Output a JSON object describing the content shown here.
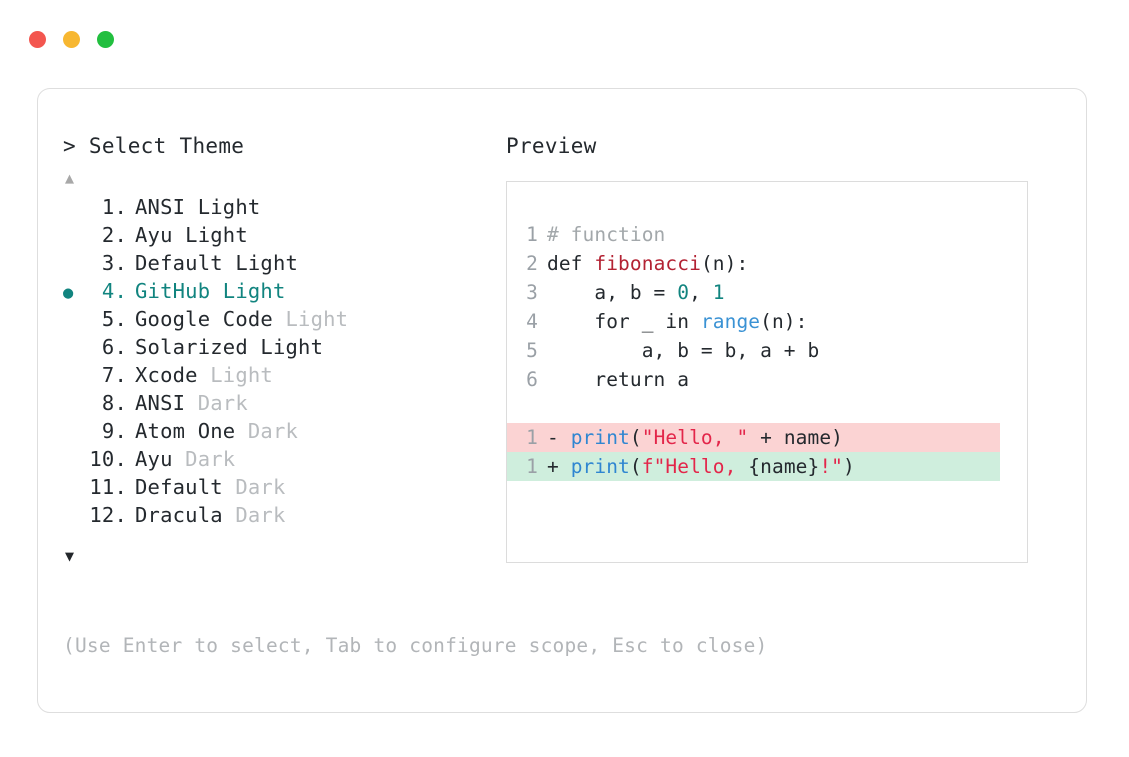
{
  "window": {
    "traffic_lights": [
      {
        "name": "close",
        "color": "#f3564f"
      },
      {
        "name": "minimize",
        "color": "#f7b731"
      },
      {
        "name": "maximize",
        "color": "#22bf3f"
      }
    ]
  },
  "selector": {
    "prompt_caret": ">",
    "title": "Select Theme",
    "scroll_up_icon": "▲",
    "scroll_down_icon": "▼",
    "selected_index": 4,
    "selected_bullet": "●",
    "accent_color": "#11847f",
    "items": [
      {
        "index": "1.",
        "name": "ANSI",
        "variant": " Light",
        "dim_variant": false,
        "selected": false
      },
      {
        "index": "2.",
        "name": "Ayu",
        "variant": " Light",
        "dim_variant": false,
        "selected": false
      },
      {
        "index": "3.",
        "name": "Default",
        "variant": " Light",
        "dim_variant": false,
        "selected": false
      },
      {
        "index": "4.",
        "name": "GitHub",
        "variant": " Light",
        "dim_variant": false,
        "selected": true
      },
      {
        "index": "5.",
        "name": "Google Code",
        "variant": " Light",
        "dim_variant": true,
        "selected": false
      },
      {
        "index": "6.",
        "name": "Solarized",
        "variant": " Light",
        "dim_variant": false,
        "selected": false
      },
      {
        "index": "7.",
        "name": "Xcode",
        "variant": " Light",
        "dim_variant": true,
        "selected": false
      },
      {
        "index": "8.",
        "name": "ANSI",
        "variant": " Dark",
        "dim_variant": true,
        "selected": false
      },
      {
        "index": "9.",
        "name": "Atom One",
        "variant": " Dark",
        "dim_variant": true,
        "selected": false
      },
      {
        "index": "10.",
        "name": "Ayu",
        "variant": " Dark",
        "dim_variant": true,
        "selected": false
      },
      {
        "index": "11.",
        "name": "Default",
        "variant": " Dark",
        "dim_variant": true,
        "selected": false
      },
      {
        "index": "12.",
        "name": "Dracula",
        "variant": " Dark",
        "dim_variant": true,
        "selected": false
      }
    ],
    "hint": "(Use Enter to select, Tab to configure scope, Esc to close)"
  },
  "preview": {
    "label": "Preview",
    "code_lines": [
      {
        "ln": "1",
        "tokens": [
          {
            "t": "# function",
            "c": "comment"
          }
        ]
      },
      {
        "ln": "2",
        "tokens": [
          {
            "t": "def ",
            "c": "keyword"
          },
          {
            "t": "fibonacci",
            "c": "func"
          },
          {
            "t": "(n):",
            "c": "plain"
          }
        ]
      },
      {
        "ln": "3",
        "tokens": [
          {
            "t": "    a, b = ",
            "c": "plain"
          },
          {
            "t": "0",
            "c": "number"
          },
          {
            "t": ", ",
            "c": "plain"
          },
          {
            "t": "1",
            "c": "number"
          }
        ]
      },
      {
        "ln": "4",
        "tokens": [
          {
            "t": "    for _ in ",
            "c": "plain"
          },
          {
            "t": "range",
            "c": "builtin"
          },
          {
            "t": "(n):",
            "c": "plain"
          }
        ]
      },
      {
        "ln": "5",
        "tokens": [
          {
            "t": "        a, b = b, a + b",
            "c": "plain"
          }
        ]
      },
      {
        "ln": "6",
        "tokens": [
          {
            "t": "    return a",
            "c": "plain"
          }
        ]
      }
    ],
    "diff_lines": [
      {
        "ln": "1",
        "kind": "minus",
        "sign": "-",
        "background": "#fbd3d3",
        "tokens": [
          {
            "t": "print",
            "c": "print"
          },
          {
            "t": "(",
            "c": "plain"
          },
          {
            "t": "\"Hello, \"",
            "c": "string"
          },
          {
            "t": " + name)",
            "c": "plain"
          }
        ]
      },
      {
        "ln": "1",
        "kind": "plus",
        "sign": "+",
        "background": "#cfeedd",
        "tokens": [
          {
            "t": "print",
            "c": "print"
          },
          {
            "t": "(",
            "c": "plain"
          },
          {
            "t": "f\"Hello, ",
            "c": "string"
          },
          {
            "t": "{name}",
            "c": "plain"
          },
          {
            "t": "!\"",
            "c": "string"
          },
          {
            "t": ")",
            "c": "plain"
          }
        ]
      }
    ]
  }
}
